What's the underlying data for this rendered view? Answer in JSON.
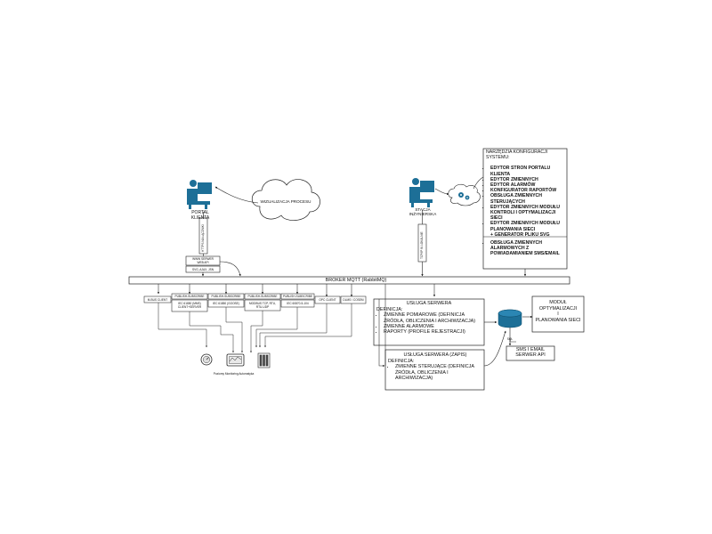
{
  "portal": {
    "label_line1": "PORTAL",
    "label_line2": "KLIENTA",
    "https_label": "HTTPS NA ŁĄCZNIKI"
  },
  "cloud": {
    "label": "WIZUALIZACJA PROCESU"
  },
  "station": {
    "label_line1": "STACJA",
    "label_line2": "INŻYNIERSKA",
    "tcp_label": "TCP/IP W LOKALNIE"
  },
  "web_server": {
    "line1": "WWW SERWER",
    "line2": "WEB API",
    "db_line": "SVG, AJAX, JSN"
  },
  "broker": {
    "label": "BROKER MQTT (RabbitMQ)"
  },
  "protocols": [
    {
      "top": "M-BUS CLIENT",
      "bottom": ""
    },
    {
      "top": "PUBLISH-SUBSCRIBE",
      "bottom": "IEC 61850 (MMS) CLIENT+SERVER"
    },
    {
      "top": "PUBLISH-SUBSCRIBE",
      "bottom": "IEC 61850 (GOOSE)"
    },
    {
      "top": "PUBLISH-SUBSCRIBE",
      "bottom": "MODBUS TCP, RTU, RTU-UDP"
    },
    {
      "top": "PUBLISH-SUBSCRIBE",
      "bottom": "IEC 60870-5-104"
    },
    {
      "top": "OPC CLIENT",
      "bottom": ""
    },
    {
      "top": "DLMS / COSEM",
      "bottom": ""
    }
  ],
  "devices_caption": "Poziomy Monitoring Automatyka",
  "tools": {
    "header": "NARZĘDZIA KONFIGURACJI SYSTEMU:",
    "items": [
      "EDYTOR STRON PORTALU KLIENTA",
      "EDYTOR ZMIENNYCH",
      "EDYTOR ALARMÓW",
      "KONFIGURATOR RAPORTÓW",
      "OBSŁUGA ZMIENNYCH STERUJĄCYCH",
      "EDYTOR ZMIENNYCH MODUŁU KONTROLI I OPTYMALIZACJI SIECI",
      "EDYTOR ZMIENNYCH MODUŁU PLANOWANIA SIECI",
      "+ GENERATOR PLIKU SVG"
    ],
    "alarm_item": "OBSŁUGA ZMIENNYCH ALARMOWYCH Z POWIADAMIANIEM SMS/EMAIL"
  },
  "server1": {
    "title": "USŁUGA SERWERA",
    "def_label": "DEFINICJA:",
    "items": [
      "ZMIENNE POMIAROWE (DEFINICJA ŹRÓDŁA, OBLICZENIA I ARCHIWIZACJA)",
      "ZMIENNE ALARMOWE",
      "RAPORTY (PROFILE REJESTRACJI)"
    ]
  },
  "server2": {
    "title": "USŁUGA SERWERA (ZAPIS)",
    "def_label": "DEFINICJA:",
    "items": [
      "ZMIENNE STERUJĄCE (DEFINICJA ŹRÓDŁA, OBLICZENIA I ARCHIWIZACJA)"
    ]
  },
  "sql": {
    "label": "SQL"
  },
  "module": {
    "line1": "MODUŁ OPTYMALIZACJI",
    "line2": "I",
    "line3": "PLANOWANIA SIECI"
  },
  "sms": {
    "line1": "SMS I EMAIL",
    "line2": "SERWER API"
  },
  "colors": {
    "accent": "#1d6f97",
    "line": "#222222"
  }
}
